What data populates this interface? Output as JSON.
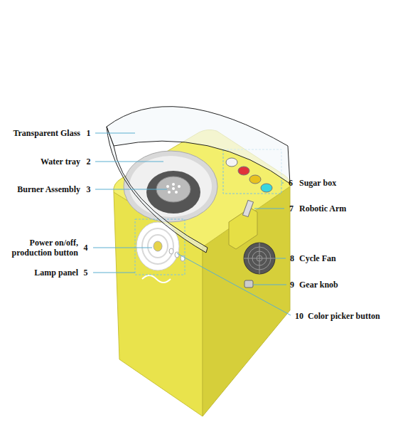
{
  "diagram": {
    "labels": [
      "Transparent Glass",
      "1",
      "Water tray",
      "2",
      "Burner Assembly",
      "3",
      "Power on/off, production button",
      "4",
      "Lamp panel",
      "5",
      "6",
      "Sugar box",
      "7",
      "Robotic Arm",
      "8",
      "Cycle Fan",
      "9",
      "Gear knob",
      "10",
      "Color picker button"
    ]
  }
}
